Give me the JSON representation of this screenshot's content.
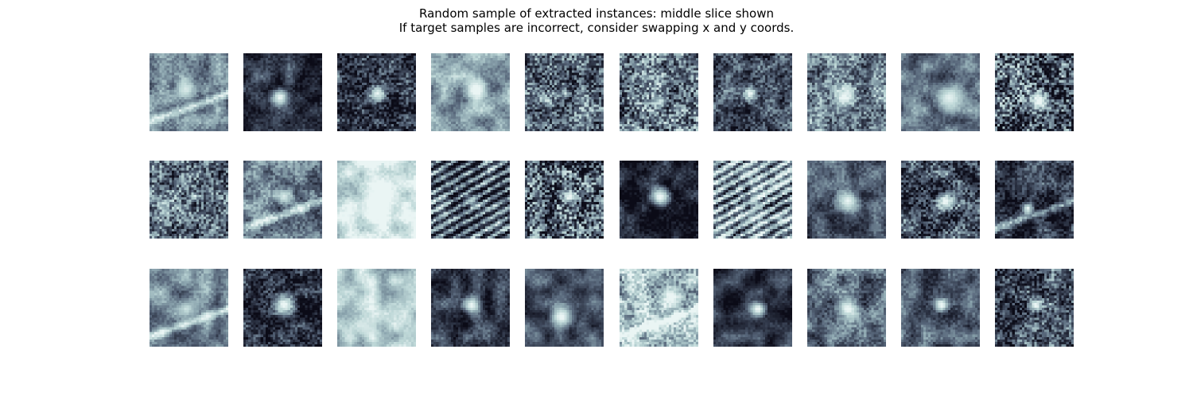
{
  "figure": {
    "title_line1": "Random sample of extracted instances: middle slice shown",
    "title_line2": "If target samples are incorrect, consider swapping x and y coords."
  },
  "colormap": {
    "name": "bone",
    "stops": [
      "#0b0b17",
      "#2d3445",
      "#57667a",
      "#8aa3ad",
      "#bcd6d6",
      "#eaf5f4"
    ]
  },
  "grid": {
    "rows": 3,
    "cols": 10
  },
  "tiles": [
    {
      "id": "r1c1",
      "kind": "blob",
      "blob": [
        0.45,
        0.45,
        0.18
      ],
      "bright": 0.75,
      "bg": 0.55,
      "noise": 0.15,
      "streak": 1
    },
    {
      "id": "r1c2",
      "kind": "blob",
      "blob": [
        0.45,
        0.55,
        0.16
      ],
      "bright": 0.9,
      "bg": 0.2,
      "noise": 0.15,
      "streak": 0
    },
    {
      "id": "r1c3",
      "kind": "blob",
      "blob": [
        0.5,
        0.5,
        0.15
      ],
      "bright": 0.85,
      "bg": 0.2,
      "noise": 0.35,
      "streak": 0
    },
    {
      "id": "r1c4",
      "kind": "blob",
      "blob": [
        0.55,
        0.45,
        0.2
      ],
      "bright": 0.92,
      "bg": 0.6,
      "noise": 0.12,
      "streak": 0
    },
    {
      "id": "r1c5",
      "kind": "blob",
      "blob": [
        0.5,
        0.5,
        0.08
      ],
      "bright": 0.7,
      "bg": 0.4,
      "noise": 0.45,
      "streak": 0
    },
    {
      "id": "r1c6",
      "kind": "blob",
      "blob": [
        0.5,
        0.6,
        0.12
      ],
      "bright": 0.7,
      "bg": 0.45,
      "noise": 0.5,
      "streak": 0
    },
    {
      "id": "r1c7",
      "kind": "blob",
      "blob": [
        0.45,
        0.5,
        0.12
      ],
      "bright": 0.9,
      "bg": 0.3,
      "noise": 0.3,
      "streak": 0
    },
    {
      "id": "r1c8",
      "kind": "blob",
      "blob": [
        0.45,
        0.55,
        0.2
      ],
      "bright": 0.92,
      "bg": 0.45,
      "noise": 0.35,
      "streak": 0
    },
    {
      "id": "r1c9",
      "kind": "blob",
      "blob": [
        0.6,
        0.55,
        0.25
      ],
      "bright": 0.8,
      "bg": 0.45,
      "noise": 0.12,
      "streak": 0
    },
    {
      "id": "r1c10",
      "kind": "blob",
      "blob": [
        0.55,
        0.6,
        0.2
      ],
      "bright": 1.0,
      "bg": 0.3,
      "noise": 0.6,
      "streak": 0
    },
    {
      "id": "r2c1",
      "kind": "blob",
      "blob": [
        0.55,
        0.45,
        0.08
      ],
      "bright": 0.8,
      "bg": 0.4,
      "noise": 0.45,
      "streak": 0
    },
    {
      "id": "r2c2",
      "kind": "blob",
      "blob": [
        0.5,
        0.45,
        0.14
      ],
      "bright": 0.75,
      "bg": 0.45,
      "noise": 0.2,
      "streak": 1
    },
    {
      "id": "r2c3",
      "kind": "blob",
      "blob": [
        0.5,
        0.5,
        0.3
      ],
      "bright": 0.95,
      "bg": 0.88,
      "noise": 0.1,
      "streak": 0
    },
    {
      "id": "r2c4",
      "kind": "stripes",
      "blob": [
        0.5,
        0.5,
        0.1
      ],
      "bright": 0.6,
      "bg": 0.35,
      "noise": 0.25,
      "streak": 0
    },
    {
      "id": "r2c5",
      "kind": "blob",
      "blob": [
        0.55,
        0.45,
        0.14
      ],
      "bright": 0.9,
      "bg": 0.35,
      "noise": 0.6,
      "streak": 0
    },
    {
      "id": "r2c6",
      "kind": "blob",
      "blob": [
        0.5,
        0.45,
        0.18
      ],
      "bright": 0.95,
      "bg": 0.12,
      "noise": 0.15,
      "streak": 0
    },
    {
      "id": "r2c7",
      "kind": "stripes",
      "blob": [
        0.5,
        0.5,
        0.1
      ],
      "bright": 0.7,
      "bg": 0.6,
      "noise": 0.3,
      "streak": 0
    },
    {
      "id": "r2c8",
      "kind": "blob",
      "blob": [
        0.5,
        0.5,
        0.2
      ],
      "bright": 0.85,
      "bg": 0.35,
      "noise": 0.15,
      "streak": 0
    },
    {
      "id": "r2c9",
      "kind": "blob",
      "blob": [
        0.55,
        0.5,
        0.15
      ],
      "bright": 0.95,
      "bg": 0.3,
      "noise": 0.4,
      "streak": 0
    },
    {
      "id": "r2c10",
      "kind": "blob",
      "blob": [
        0.4,
        0.6,
        0.12
      ],
      "bright": 0.85,
      "bg": 0.2,
      "noise": 0.25,
      "streak": 1
    },
    {
      "id": "r3c1",
      "kind": "blob",
      "blob": [
        0.45,
        0.5,
        0.18
      ],
      "bright": 0.7,
      "bg": 0.5,
      "noise": 0.12,
      "streak": 1
    },
    {
      "id": "r3c2",
      "kind": "blob",
      "blob": [
        0.5,
        0.45,
        0.2
      ],
      "bright": 0.92,
      "bg": 0.15,
      "noise": 0.3,
      "streak": 0
    },
    {
      "id": "r3c3",
      "kind": "blob",
      "blob": [
        0.35,
        0.75,
        0.15
      ],
      "bright": 0.7,
      "bg": 0.78,
      "noise": 0.08,
      "streak": 0
    },
    {
      "id": "r3c4",
      "kind": "blob",
      "blob": [
        0.5,
        0.45,
        0.16
      ],
      "bright": 0.9,
      "bg": 0.25,
      "noise": 0.15,
      "streak": 0
    },
    {
      "id": "r3c5",
      "kind": "blob",
      "blob": [
        0.45,
        0.6,
        0.2
      ],
      "bright": 0.95,
      "bg": 0.3,
      "noise": 0.1,
      "streak": 0
    },
    {
      "id": "r3c6",
      "kind": "blob",
      "blob": [
        0.65,
        0.35,
        0.2
      ],
      "bright": 0.9,
      "bg": 0.7,
      "noise": 0.3,
      "streak": 1
    },
    {
      "id": "r3c7",
      "kind": "blob",
      "blob": [
        0.55,
        0.5,
        0.14
      ],
      "bright": 0.95,
      "bg": 0.2,
      "noise": 0.1,
      "streak": 0
    },
    {
      "id": "r3c8",
      "kind": "blob",
      "blob": [
        0.5,
        0.5,
        0.2
      ],
      "bright": 0.9,
      "bg": 0.4,
      "noise": 0.2,
      "streak": 0
    },
    {
      "id": "r3c9",
      "kind": "blob",
      "blob": [
        0.5,
        0.45,
        0.12
      ],
      "bright": 0.95,
      "bg": 0.35,
      "noise": 0.15,
      "streak": 0
    },
    {
      "id": "r3c10",
      "kind": "blob",
      "blob": [
        0.5,
        0.45,
        0.12
      ],
      "bright": 0.95,
      "bg": 0.3,
      "noise": 0.4,
      "streak": 0
    }
  ]
}
